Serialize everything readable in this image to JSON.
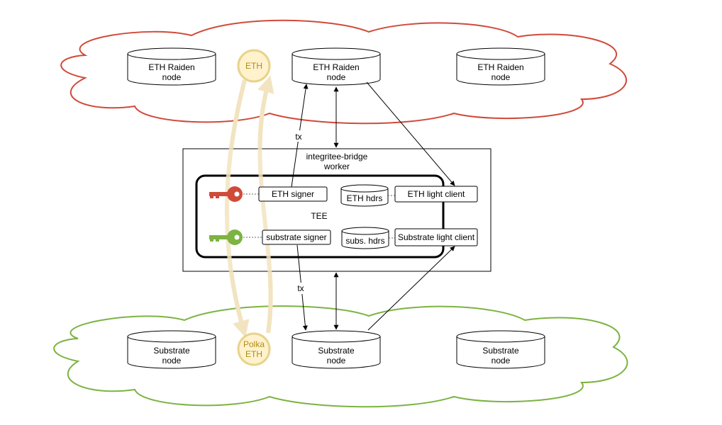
{
  "eth_network": {
    "color": "#d04a3a",
    "nodes": [
      {
        "line1": "ETH Raiden",
        "line2": "node"
      },
      {
        "line1": "ETH Raiden",
        "line2": "node"
      },
      {
        "line1": "ETH Raiden",
        "line2": "node"
      }
    ],
    "coin": "ETH"
  },
  "substrate_network": {
    "color": "#7cb342",
    "nodes": [
      {
        "line1": "Substrate",
        "line2": "node"
      },
      {
        "line1": "Substrate",
        "line2": "node"
      },
      {
        "line1": "Substrate",
        "line2": "node"
      }
    ],
    "coin": {
      "line1": "Polka",
      "line2": "ETH"
    }
  },
  "worker": {
    "title_line1": "integritee-bridge",
    "title_line2": "worker",
    "tee_label": "TEE",
    "eth_signer": "ETH signer",
    "substrate_signer": "substrate signer",
    "eth_headers": "ETH hdrs",
    "subs_headers": "subs. hdrs",
    "eth_light_client": "ETH light client",
    "substrate_light_client": "Substrate light client",
    "eth_key_color": "#d04a3a",
    "substrate_key_color": "#7cb342"
  },
  "edges": {
    "tx_top": "tx",
    "tx_bottom": "tx"
  },
  "coin_colors": {
    "fill": "#fff2cc",
    "stroke": "#e8d38a",
    "flow": "#f2e4c0"
  }
}
